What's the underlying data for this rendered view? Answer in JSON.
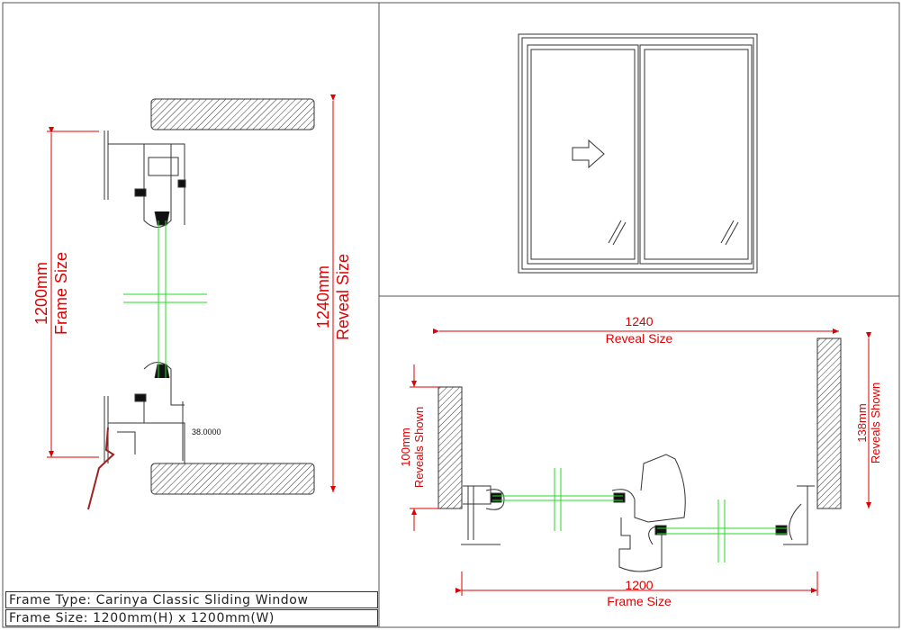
{
  "title_block": {
    "frame_type": "Frame Type: Carinya Classic Sliding Window",
    "frame_size": "Frame Size: 1200mm(H) x 1200mm(W)"
  },
  "vertical_section": {
    "frame_size_value": "1200mm",
    "frame_size_label": "Frame Size",
    "reveal_size_value": "1240mm",
    "reveal_size_label": "Reveal Size",
    "sill_dimension": "38.0000"
  },
  "horizontal_section": {
    "reveal_width_value": "1240",
    "reveal_width_label": "Reveal Size",
    "frame_width_value": "1200",
    "frame_width_label": "Frame Size",
    "left_reveal_value": "100mm",
    "left_reveal_label": "Reveals Shown",
    "right_reveal_value": "138mm",
    "right_reveal_label": "Reveals Shown"
  },
  "colors": {
    "dimension": "#e00000",
    "glass": "#22dd22",
    "line": "#222222"
  }
}
